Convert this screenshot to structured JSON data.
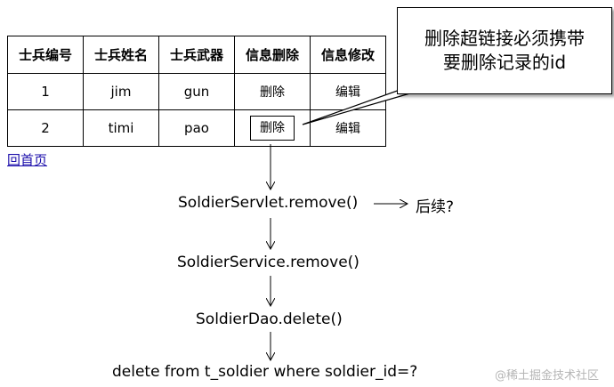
{
  "table": {
    "headers": [
      "士兵编号",
      "士兵姓名",
      "士兵武器",
      "信息删除",
      "信息修改"
    ],
    "rows": [
      {
        "id": "1",
        "name": "jim",
        "weapon": "gun",
        "delete": "删除",
        "edit": "编辑"
      },
      {
        "id": "2",
        "name": "timi",
        "weapon": "pao",
        "delete": "删除",
        "edit": "编辑"
      }
    ]
  },
  "link_home": "回首页",
  "callout": {
    "line1": "删除超链接必须携带",
    "line2": "要删除记录的id"
  },
  "flow": {
    "servlet": "SoldierServlet.remove()",
    "next": "后续?",
    "service": "SoldierService.remove()",
    "dao": "SoldierDao.delete()",
    "sql": "delete from t_soldier where soldier_id=?"
  },
  "watermark": "@稀土掘金技术社区"
}
